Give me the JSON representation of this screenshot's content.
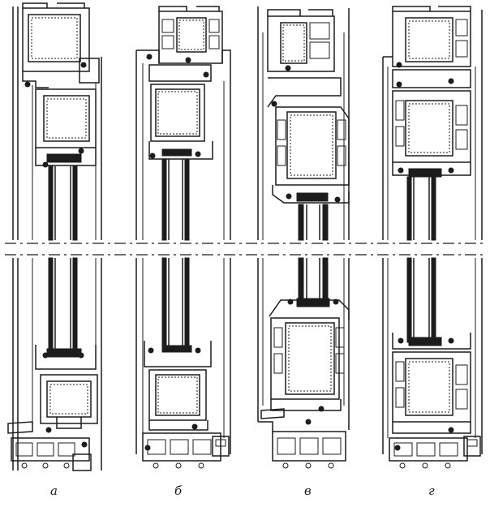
{
  "labels": {
    "a": "а",
    "b": "б",
    "v": "в",
    "g": "г"
  }
}
